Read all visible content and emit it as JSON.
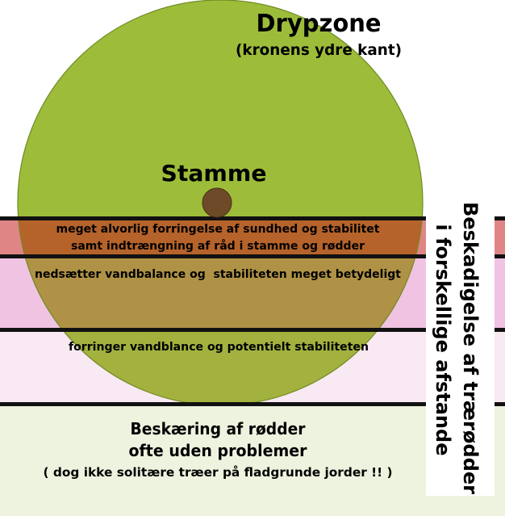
{
  "title": "Drypzone",
  "subtitle": "(kronens ydre kant)",
  "trunk_label": "Stamme",
  "zones": [
    {
      "lines": [
        "meget alvorlig forringelse af sundhed og stabilitet",
        "samt indtrængning af råd i stamme og rødder"
      ]
    },
    {
      "lines": [
        "nedsætter vandbalance og  stabiliteten meget betydeligt"
      ]
    },
    {
      "lines": [
        "forringer vandblance og potentielt stabiliteten"
      ]
    },
    {
      "lines": [
        "Beskæring af rødder",
        "ofte uden problemer",
        "( dog ikke solitære træer på fladgrunde jorder !! )"
      ]
    }
  ],
  "side_label": [
    "Beskadigelse af trærødder",
    "i forskellige afstande"
  ],
  "colors": {
    "crown": "#9dbd3a",
    "crown_outline": "#6f8a22",
    "trunk": "#6e4a28",
    "zone_severe": "#e08585",
    "zone_severe_in_crown": "#b5632b",
    "zone_significant": "#f0c3e2",
    "zone_significant_in_crown": "#af9245",
    "zone_moderate": "#f9e9f2",
    "zone_moderate_in_crown": "#a3b13e",
    "zone_safe": "#eef3df",
    "divider": "#111111"
  }
}
